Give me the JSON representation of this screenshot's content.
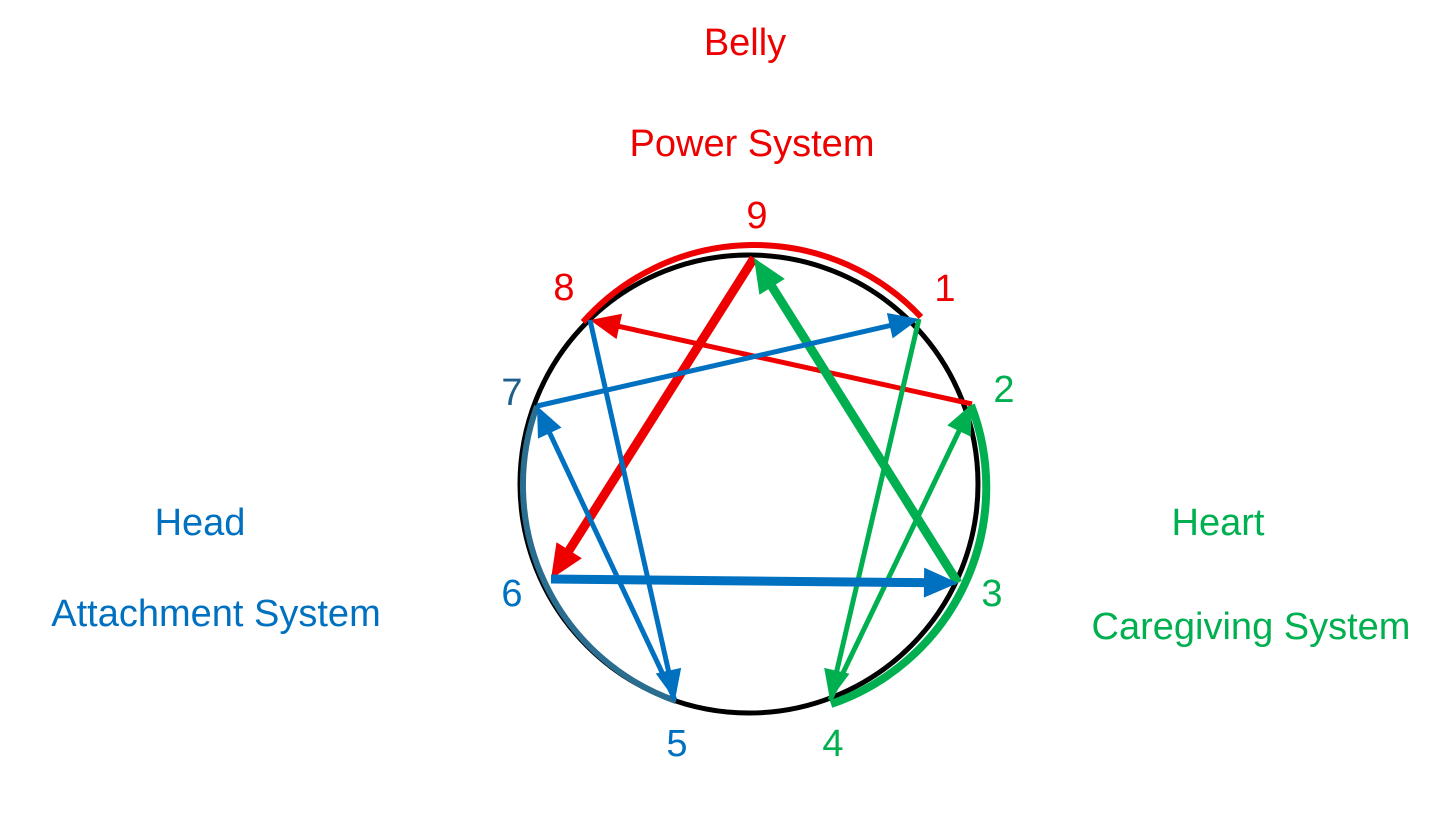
{
  "colors": {
    "belly": "#ee0000",
    "head": "#0070c0",
    "heart": "#00b050",
    "circle": "#000000"
  },
  "centers": {
    "belly": {
      "name": "Belly",
      "system": "Power System"
    },
    "head": {
      "name": "Head",
      "system": "Attachment System"
    },
    "heart": {
      "name": "Heart",
      "system": "Caregiving System"
    }
  },
  "points": [
    {
      "id": "1",
      "label": "1",
      "center": "belly"
    },
    {
      "id": "2",
      "label": "2",
      "center": "heart"
    },
    {
      "id": "3",
      "label": "3",
      "center": "heart"
    },
    {
      "id": "4",
      "label": "4",
      "center": "heart"
    },
    {
      "id": "5",
      "label": "5",
      "center": "head"
    },
    {
      "id": "6",
      "label": "6",
      "center": "head"
    },
    {
      "id": "7",
      "label": "7",
      "center": "head"
    },
    {
      "id": "8",
      "label": "8",
      "center": "belly"
    },
    {
      "id": "9",
      "label": "9",
      "center": "belly"
    }
  ],
  "arrows": [
    {
      "from": "9",
      "to": "6",
      "center": "belly",
      "weight": "thick"
    },
    {
      "from": "2",
      "to": "8",
      "center": "belly",
      "weight": "thin"
    },
    {
      "from": "3",
      "to": "9",
      "center": "heart",
      "weight": "thick"
    },
    {
      "from": "1",
      "to": "4",
      "center": "heart",
      "weight": "thin"
    },
    {
      "from": "4",
      "to": "2",
      "center": "heart",
      "weight": "thin"
    },
    {
      "from": "6",
      "to": "3",
      "center": "head",
      "weight": "thick"
    },
    {
      "from": "7",
      "to": "1",
      "center": "head",
      "weight": "thin"
    },
    {
      "from": "8",
      "to": "5",
      "center": "head",
      "weight": "thin"
    },
    {
      "from": "5",
      "to": "7",
      "center": "head",
      "weight": "thin"
    }
  ]
}
